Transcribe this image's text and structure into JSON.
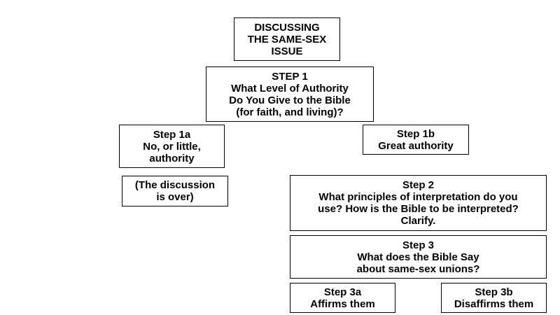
{
  "diagram": {
    "title_box": {
      "lines": [
        "DISCUSSING",
        "THE SAME-SEX",
        "ISSUE"
      ]
    },
    "step1": {
      "lines": [
        "STEP 1",
        "What Level of Authority",
        "Do You Give to the Bible",
        "(for faith, and living)?"
      ]
    },
    "step1a": {
      "lines": [
        "Step 1a",
        "No, or little,",
        "authority"
      ]
    },
    "step1b": {
      "lines": [
        "Step 1b",
        "Great authority"
      ]
    },
    "discussion_over": {
      "lines": [
        "(The discussion",
        "is over)"
      ]
    },
    "step2": {
      "lines": [
        "Step 2",
        "What principles of interpretation do you",
        "use? How is the Bible to be interpreted?",
        "Clarify."
      ]
    },
    "step3": {
      "lines": [
        "Step 3",
        "What does the Bible Say",
        "about same-sex unions?"
      ]
    },
    "step3a": {
      "lines": [
        "Step 3a",
        "Affirms them"
      ]
    },
    "step3b": {
      "lines": [
        "Step 3b",
        "Disaffirms them"
      ]
    }
  }
}
